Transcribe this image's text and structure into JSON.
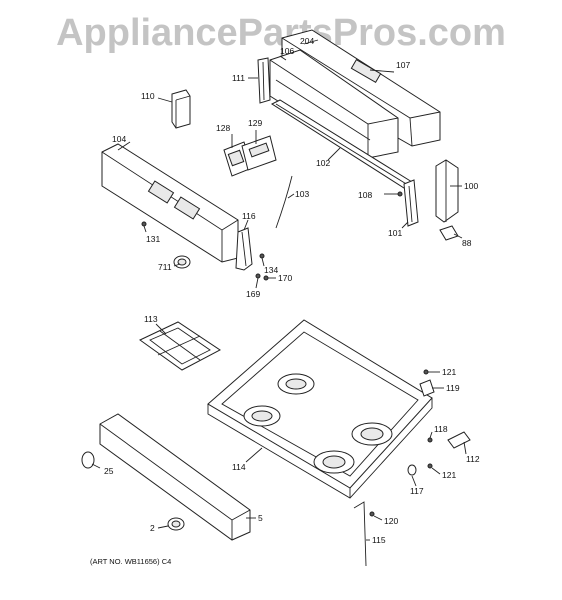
{
  "watermark": "AppliancePartsPros.com",
  "art_number": "(ART NO. WB11656) C4",
  "callouts": {
    "c204": "204",
    "c106": "106",
    "c107": "107",
    "c111": "111",
    "c110": "110",
    "c128": "128",
    "c129": "129",
    "c104": "104",
    "c102": "102",
    "c103": "103",
    "c108": "108",
    "c100": "100",
    "c116": "116",
    "c131": "131",
    "c101": "101",
    "c88": "88",
    "c134": "134",
    "c711": "711",
    "c170": "170",
    "c169": "169",
    "c113": "113",
    "c121a": "121",
    "c119": "119",
    "c118": "118",
    "c112": "112",
    "c114": "114",
    "c121b": "121",
    "c117": "117",
    "c25": "25",
    "c5": "5",
    "c2": "2",
    "c120": "120",
    "c115": "115"
  }
}
